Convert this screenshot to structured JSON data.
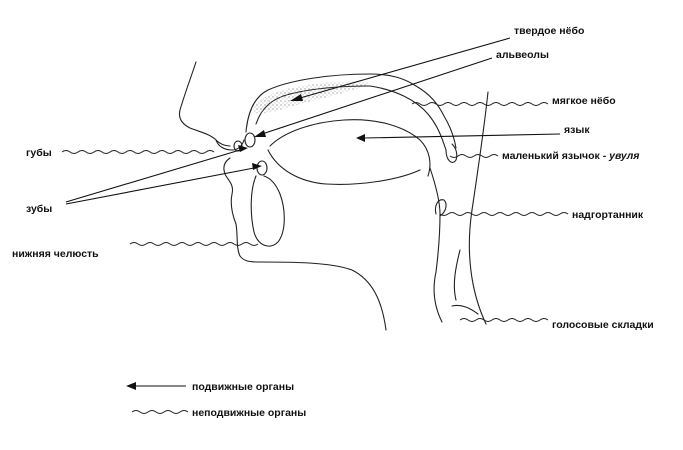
{
  "labels": {
    "hard_palate": "твердое нёбо",
    "alveoli": "альвеолы",
    "soft_palate": "мягкое нёбо",
    "tongue": "язык",
    "uvula_prefix": "маленький язычок - ",
    "uvula_italic": "увуля",
    "epiglottis": "надгортанник",
    "vocal_folds": "голосовые складки",
    "lips": "губы",
    "teeth": "зубы",
    "lower_jaw": "нижняя челюсть"
  },
  "legend": {
    "movable": "подвижные органы",
    "immovable": "неподвижные органы"
  },
  "colors": {
    "ink": "#111111",
    "background": "#ffffff"
  }
}
